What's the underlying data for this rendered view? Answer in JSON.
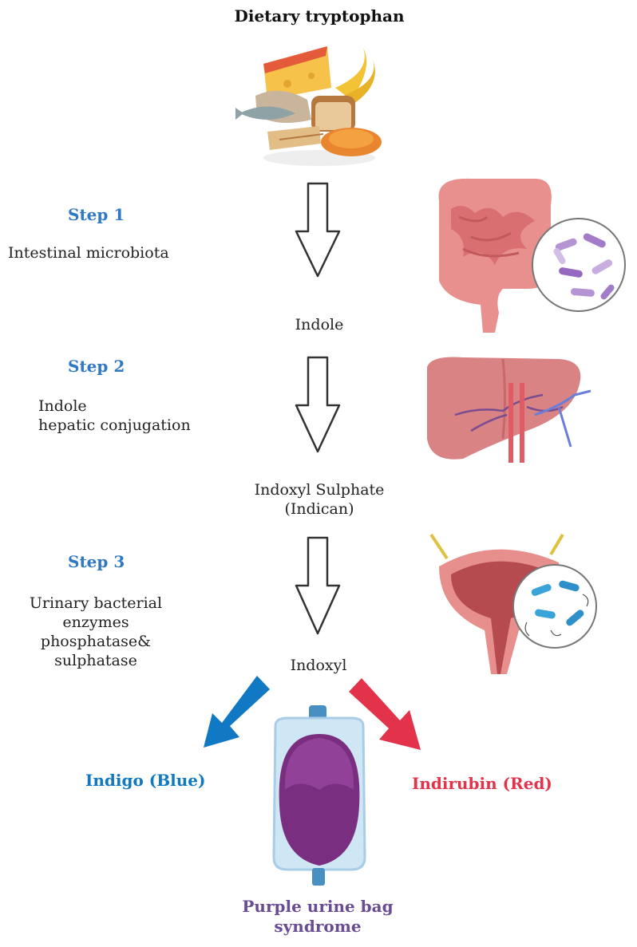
{
  "title": "Dietary tryptophan",
  "steps": [
    {
      "label": "Step 1",
      "description": [
        "Intestinal microbiota"
      ]
    },
    {
      "label": "Step 2",
      "description": [
        "Indole",
        "hepatic conjugation"
      ]
    },
    {
      "label": "Step 3",
      "description": [
        "Urinary bacterial",
        "enzymes",
        "phosphatase&",
        "sulphatase"
      ]
    }
  ],
  "nodes": {
    "indole": "Indole",
    "indoxyl_sulphate": [
      "Indoxyl Sulphate",
      "(Indican)"
    ],
    "indoxyl": "Indoxyl"
  },
  "products": {
    "indigo": "Indigo (Blue)",
    "indirubin": "Indirubin (Red)"
  },
  "result": [
    "Purple urine bag",
    "syndrome"
  ],
  "colors": {
    "step": "#2f78c4",
    "indigo": "#1178c4",
    "indirubin": "#e2334b",
    "purple": "#6a4c94"
  },
  "icons": [
    "food-illustration",
    "intestine-microbiota-illustration",
    "liver-illustration",
    "bladder-bacteria-illustration",
    "urine-bag-illustration"
  ]
}
